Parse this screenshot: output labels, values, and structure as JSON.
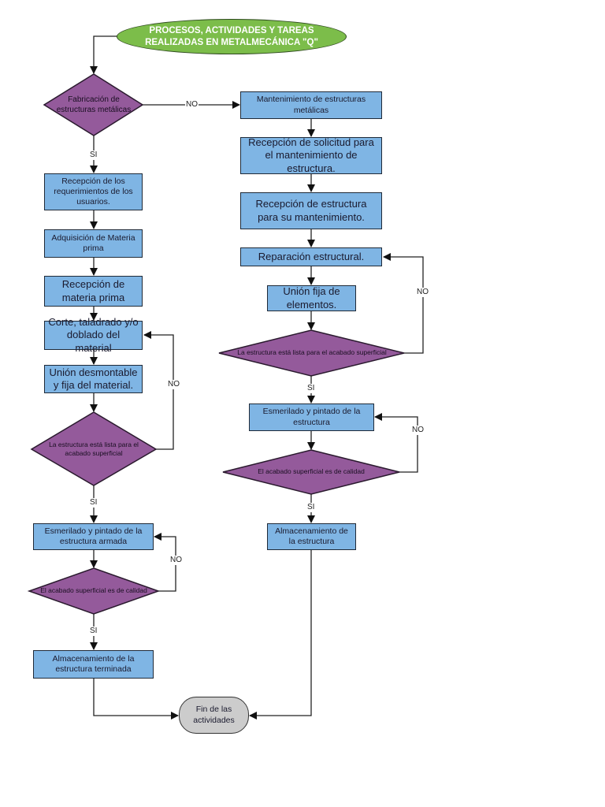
{
  "title": "PROCESOS, ACTIVIDADES Y TAREAS REALIZADAS EN METALMECÁNICA \"Q\"",
  "colors": {
    "process_fill": "#7fb5e4",
    "decision_fill": "#945a9b",
    "start_fill": "#7cbd4a",
    "end_fill": "#cccccc",
    "line": "#222222"
  },
  "nodes": {
    "start": "PROCESOS, ACTIVIDADES Y TAREAS REALIZADAS EN METALMECÁNICA \"Q\"",
    "d_fabricacion": "Fabricación de estructuras metálicas",
    "l_recepcion_req": "Recepción de los requerimientos de los usuarios.",
    "l_adquisicion": "Adquisición de Materia prima",
    "l_recepcion_mp": "Recepción de materia prima",
    "l_corte": "Corte, taladrado y/o doblado del material",
    "l_union": "Unión desmontable y fija del material.",
    "l_d_lista": "La estructura está lista para el acabado superficial",
    "l_esmerilado": "Esmerilado y pintado de la estructura armada",
    "l_d_calidad": "El acabado superficial es de calidad",
    "l_almacen": "Almacenamiento de la estructura terminada",
    "r_mantenimiento": "Mantenimiento de estructuras metálicas",
    "r_solicitud": "Recepción de solicitud para el mantenimiento de estructura.",
    "r_recepcion_est": "Recepción de estructura para su mantenimiento.",
    "r_reparacion": "Reparación estructural.",
    "r_union": "Unión fija de elementos.",
    "r_d_lista": "La estructura está lista para el acabado superficial",
    "r_esmerilado": "Esmerilado y pintado de la estructura",
    "r_d_calidad": "El acabado superficial es de calidad",
    "r_almacen": "Almacenamiento de la estructura",
    "end": "Fin de las actividades"
  },
  "edge_labels": {
    "no_main": "NO",
    "si_main": "SI",
    "no_left_lista": "NO",
    "si_left_lista": "SI",
    "no_left_calidad": "NO",
    "si_left_calidad": "SI",
    "no_right_lista": "NO",
    "si_right_lista": "SI",
    "no_right_calidad": "NO",
    "si_right_calidad": "SI"
  }
}
